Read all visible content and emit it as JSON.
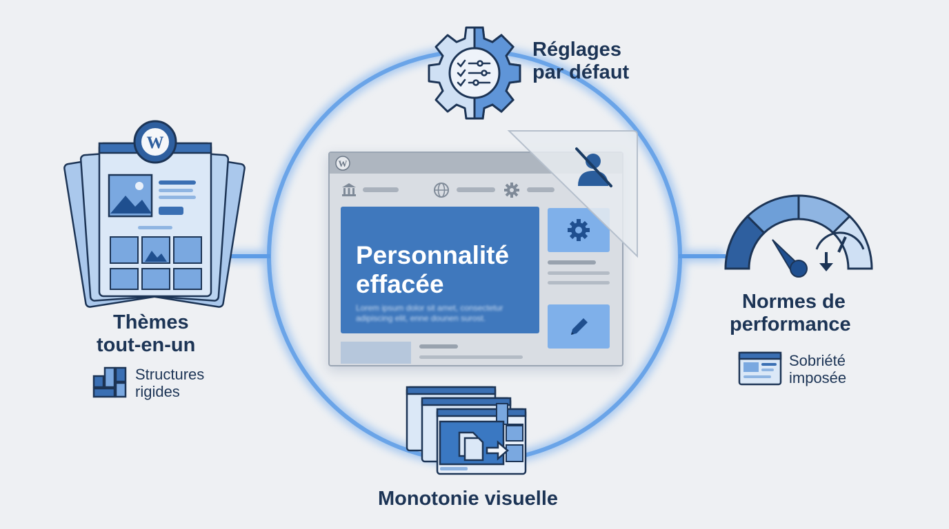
{
  "center": {
    "title_line1": "Personnalité",
    "title_line2": "effacée",
    "blur_text_line1": "Lorem ipsum dolor sit amet, consectetur",
    "blur_text_line2": "adipiscing elit, enne dounen surost."
  },
  "top": {
    "label_line1": "Réglages",
    "label_line2": "par défaut",
    "icon": "gear-checklist-icon"
  },
  "left": {
    "label_line1": "Thèmes",
    "label_line2": "tout-en-un",
    "sub_line1": "Structures",
    "sub_line2": "rigides",
    "icon": "wordpress-theme-stack-icon",
    "sub_icon": "rigid-blocks-icon"
  },
  "right": {
    "label_line1": "Normes de",
    "label_line2": "performance",
    "sub_line1": "Sobriété",
    "sub_line2": "imposée",
    "icon": "performance-gauge-icon",
    "sub_icon": "minimal-page-icon"
  },
  "bottom": {
    "label": "Monotonie visuelle",
    "icon": "duplicate-pages-icon"
  },
  "colors": {
    "navy": "#1c3455",
    "accent": "#3a78c2",
    "light_blue": "#cfe0f4",
    "mid_blue": "#6e9fd8",
    "ring": "#5a9be6",
    "background": "#eef0f3"
  }
}
